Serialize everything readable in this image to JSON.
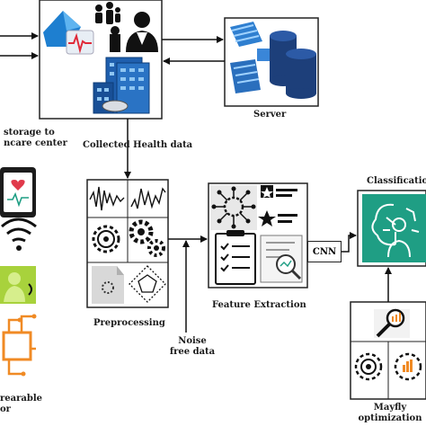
{
  "labels": {
    "storage_line1": "storage to",
    "storage_line2": "ncare center",
    "collected": "Collected Health data",
    "server": "Server",
    "classification": "Classification",
    "preprocessing": "Preprocessing",
    "feature_extraction": "Feature Extraction",
    "cnn": "CNN",
    "noise_line1": "Noise",
    "noise_line2": "free data",
    "wearable_line1": "rearable",
    "wearable_line2": "or",
    "mayfly_line1": "Mayfly",
    "mayfly_line2": "optimization"
  },
  "colors": {
    "accent_teal": "#1f9e84",
    "lime": "#a8d23c",
    "orange": "#f08a24",
    "navy": "#1c3d7a",
    "azure": "#2e86d4"
  },
  "icons": [
    "health-monitor-icon",
    "family-icon",
    "doctor-icon",
    "hospital-building-icon",
    "server-rack-icon",
    "database-icon",
    "signal-wave-icon",
    "gear-icon",
    "gears-icon",
    "document-gear-icon",
    "pentagon-icon",
    "network-nodes-icon",
    "star-list-icon",
    "checklist-icon",
    "report-magnifier-icon",
    "brain-ai-icon",
    "smartwatch-icon",
    "wifi-icon",
    "person-icon",
    "circuit-icon",
    "chart-magnifier-icon",
    "gauge-icon"
  ]
}
